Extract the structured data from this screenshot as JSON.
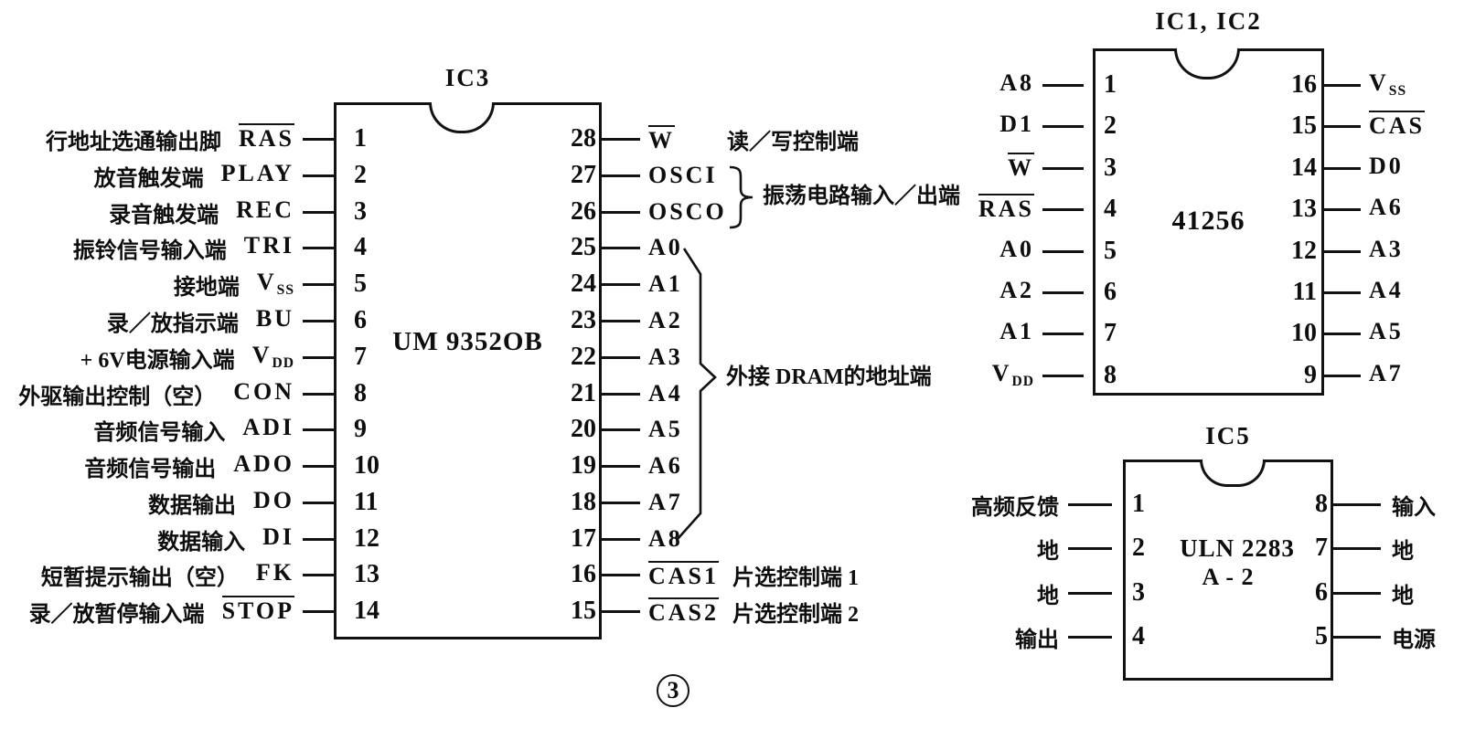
{
  "figure": {
    "number": "3"
  },
  "ic3": {
    "title": "IC3",
    "chip_name": "UM 9352OB",
    "left_pins": [
      {
        "num": "1",
        "name": "RAS",
        "cn": "行地址选通输出脚",
        "overline": true
      },
      {
        "num": "2",
        "name": "PLAY",
        "cn": "放音触发端"
      },
      {
        "num": "3",
        "name": "REC",
        "cn": "录音触发端"
      },
      {
        "num": "4",
        "name": "TRI",
        "cn": "振铃信号输入端"
      },
      {
        "num": "5",
        "name": "V",
        "sub": "SS",
        "cn": "接地端"
      },
      {
        "num": "6",
        "name": "BU",
        "cn": "录／放指示端"
      },
      {
        "num": "7",
        "name": "V",
        "sub": "DD",
        "cn": "+ 6V电源输入端"
      },
      {
        "num": "8",
        "name": "CON",
        "cn": "外驱输出控制（空）"
      },
      {
        "num": "9",
        "name": "ADI",
        "cn": "音频信号输入"
      },
      {
        "num": "10",
        "name": "ADO",
        "cn": "音频信号输出"
      },
      {
        "num": "11",
        "name": "DO",
        "cn": "数据输出"
      },
      {
        "num": "12",
        "name": "DI",
        "cn": "数据输入"
      },
      {
        "num": "13",
        "name": "FK",
        "cn": "短暂提示输出（空）"
      },
      {
        "num": "14",
        "name": "STOP",
        "cn": "录／放暂停输入端",
        "overline": true
      }
    ],
    "right_pins": [
      {
        "num": "28",
        "name": "W",
        "cn": "读／写控制端",
        "overline": true
      },
      {
        "num": "27",
        "name": "OSCI"
      },
      {
        "num": "26",
        "name": "OSCO"
      },
      {
        "num": "25",
        "name": "A0"
      },
      {
        "num": "24",
        "name": "A1"
      },
      {
        "num": "23",
        "name": "A2"
      },
      {
        "num": "22",
        "name": "A3"
      },
      {
        "num": "21",
        "name": "A4"
      },
      {
        "num": "20",
        "name": "A5"
      },
      {
        "num": "19",
        "name": "A6"
      },
      {
        "num": "18",
        "name": "A7"
      },
      {
        "num": "17",
        "name": "A8"
      },
      {
        "num": "16",
        "name": "CAS1",
        "cn": "片选控制端 1",
        "overline": true
      },
      {
        "num": "15",
        "name": "CAS2",
        "cn": "片选控制端 2",
        "overline": true
      }
    ],
    "annotations": {
      "osc_group_label": "振荡电路输入／出端",
      "dram_group_label": "外接 DRAM的地址端"
    }
  },
  "ic12": {
    "title": "IC1, IC2",
    "chip_name": "41256",
    "left_pins": [
      {
        "num": "1",
        "name": "A8"
      },
      {
        "num": "2",
        "name": "D1"
      },
      {
        "num": "3",
        "name": "W",
        "overline": true
      },
      {
        "num": "4",
        "name": "RAS",
        "overline": true
      },
      {
        "num": "5",
        "name": "A0"
      },
      {
        "num": "6",
        "name": "A2"
      },
      {
        "num": "7",
        "name": "A1"
      },
      {
        "num": "8",
        "name": "V",
        "sub": "DD"
      }
    ],
    "right_pins": [
      {
        "num": "16",
        "name": "V",
        "sub": "SS"
      },
      {
        "num": "15",
        "name": "CAS",
        "overline": true
      },
      {
        "num": "14",
        "name": "D0"
      },
      {
        "num": "13",
        "name": "A6"
      },
      {
        "num": "12",
        "name": "A3"
      },
      {
        "num": "11",
        "name": "A4"
      },
      {
        "num": "10",
        "name": "A5"
      },
      {
        "num": "9",
        "name": "A7"
      }
    ]
  },
  "ic5": {
    "title": "IC5",
    "chip_name_line1": "ULN 2283",
    "chip_name_line2": "A - 2",
    "left_pins": [
      {
        "num": "1",
        "cn": "高频反馈"
      },
      {
        "num": "2",
        "cn": "地"
      },
      {
        "num": "3",
        "cn": "地"
      },
      {
        "num": "4",
        "cn": "输出"
      }
    ],
    "right_pins": [
      {
        "num": "8",
        "cn": "输入"
      },
      {
        "num": "7",
        "cn": "地"
      },
      {
        "num": "6",
        "cn": "地"
      },
      {
        "num": "5",
        "cn": "电源"
      }
    ]
  }
}
